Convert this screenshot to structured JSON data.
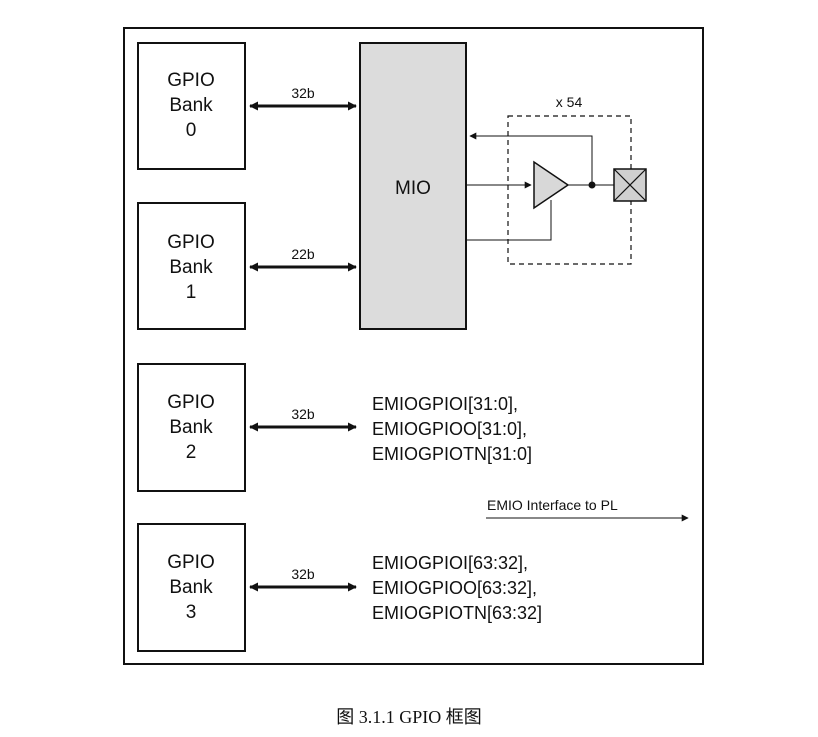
{
  "banks": [
    {
      "line1": "GPIO",
      "line2": "Bank",
      "line3": "0",
      "width_label": "32b"
    },
    {
      "line1": "GPIO",
      "line2": "Bank",
      "line3": "1",
      "width_label": "22b"
    },
    {
      "line1": "GPIO",
      "line2": "Bank",
      "line3": "2",
      "width_label": "32b",
      "signals": [
        "EMIOGPIOI[31:0],",
        "EMIOGPIOO[31:0],",
        "EMIOGPIOTN[31:0]"
      ]
    },
    {
      "line1": "GPIO",
      "line2": "Bank",
      "line3": "3",
      "width_label": "32b",
      "signals": [
        "EMIOGPIOI[63:32],",
        "EMIOGPIOO[63:32],",
        "EMIOGPIOTN[63:32]"
      ]
    }
  ],
  "mio": {
    "label": "MIO"
  },
  "pin_group": {
    "count_label": "x 54"
  },
  "emio": {
    "label": "EMIO Interface to PL"
  },
  "caption": "图  3.1.1 GPIO 框图",
  "colors": {
    "mio_fill": "#dcdcdc",
    "pad_fill": "#d0d0d0",
    "stroke": "#111111"
  }
}
